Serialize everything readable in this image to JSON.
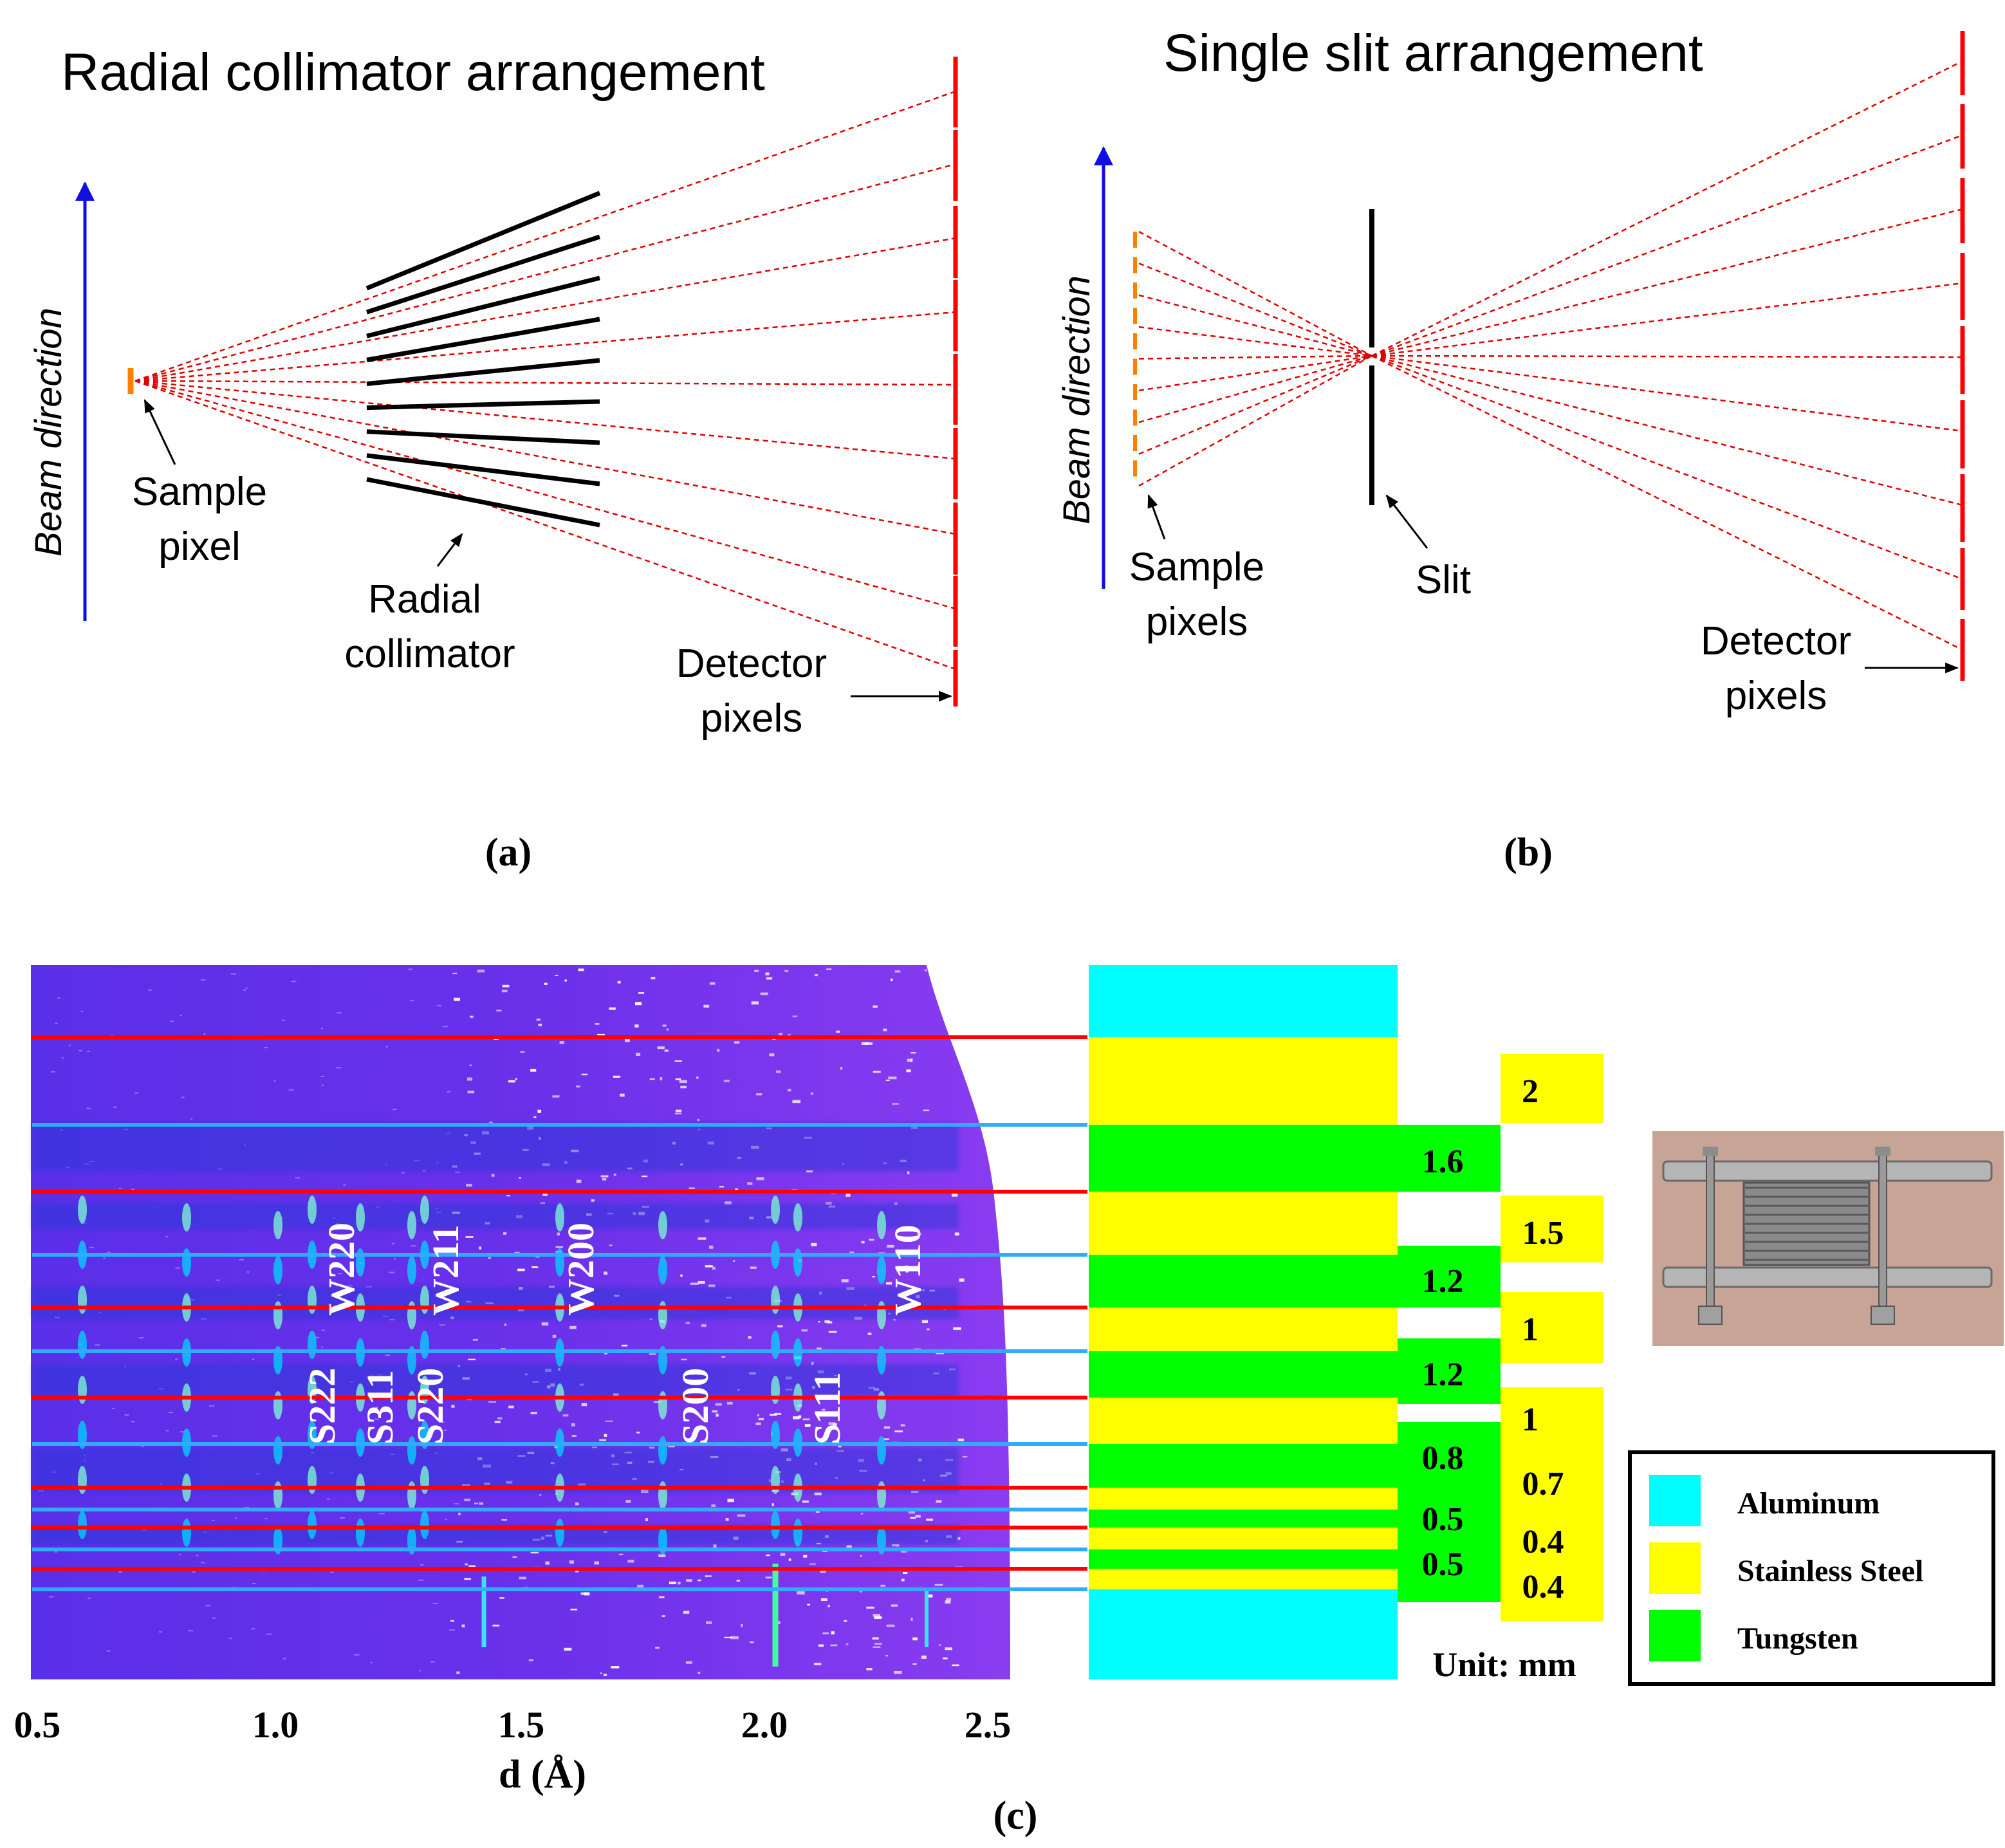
{
  "panel_a": {
    "title": "Radial collimator arrangement",
    "beam_label": "Beam direction",
    "sample_label_1": "Sample",
    "sample_label_2": "pixel",
    "collimator_label_1": "Radial",
    "collimator_label_2": "collimator",
    "detector_label_1": "Detector",
    "detector_label_2": "pixels",
    "caption": "(a)"
  },
  "panel_b": {
    "title": "Single slit arrangement",
    "beam_label": "Beam direction",
    "sample_label_1": "Sample",
    "sample_label_2": "pixels",
    "slit_label": "Slit",
    "detector_label_1": "Detector",
    "detector_label_2": "pixels",
    "caption": "(b)"
  },
  "panel_c": {
    "caption": "(c)",
    "xlabel": "d (Å)",
    "xticks": [
      "0.5",
      "1.0",
      "1.5",
      "2.0",
      "2.5"
    ],
    "peak_labels_top": [
      "W220",
      "W211",
      "W200",
      "W110"
    ],
    "peak_labels_bottom": [
      "S222",
      "S311",
      "S220",
      "S200",
      "S111"
    ],
    "thickness_green": [
      "1.6",
      "1.2",
      "1.2",
      "0.8",
      "0.5",
      "0.5"
    ],
    "thickness_yellow": [
      "2",
      "1.5",
      "1",
      "1",
      "0.7",
      "0.4",
      "0.4"
    ],
    "unit_label": "Unit: mm",
    "legend": [
      {
        "label": "Aluminum",
        "color": "#00ffff"
      },
      {
        "label": "Stainless Steel",
        "color": "#ffff00"
      },
      {
        "label": "Tungsten",
        "color": "#00ff00"
      }
    ]
  },
  "colors": {
    "beam_arrow": "#1010e0",
    "ray": "#e00000",
    "sample": "#ff8000",
    "red_line": "#ff0000",
    "blue_line": "#33aaff",
    "spectrum_bg": "#6a2de8"
  }
}
